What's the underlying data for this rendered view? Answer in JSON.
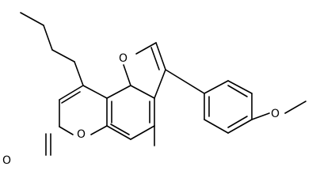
{
  "atoms": {
    "ring_oxygen": "O",
    "carbonyl_oxygen": "O",
    "furan_oxygen": "O",
    "methoxy_oxygen": "O"
  }
}
